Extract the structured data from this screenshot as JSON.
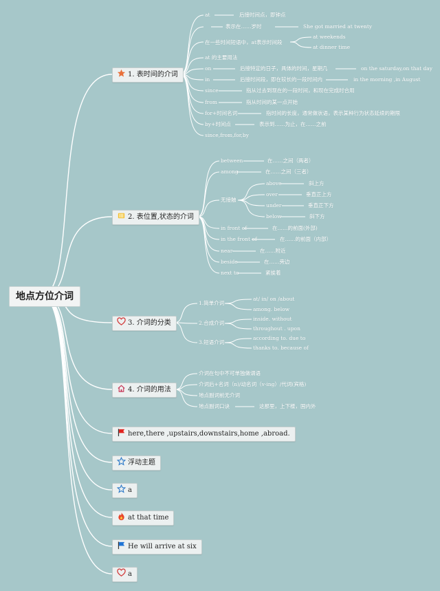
{
  "root": {
    "label": "地点方位介词"
  },
  "branches": [
    {
      "id": "b1",
      "label": "1. 表时间的介词",
      "icon": "star-icon"
    },
    {
      "id": "b2",
      "label": "2. 表位置,状态的介词",
      "icon": "crown-icon"
    },
    {
      "id": "b3",
      "label": "3. 介词的分类",
      "icon": "heart-icon"
    },
    {
      "id": "b4",
      "label": "4. 介词的用法",
      "icon": "house-icon"
    },
    {
      "id": "b5",
      "label": "here,there ,upstairs,downstairs,home ,abroad.",
      "icon": "red-flag-icon"
    },
    {
      "id": "b6",
      "label": "浮动主题",
      "icon": "star-outline-icon"
    },
    {
      "id": "b7",
      "label": "a",
      "icon": "star-outline-icon"
    },
    {
      "id": "b8",
      "label": "at that time",
      "icon": "fire-icon"
    },
    {
      "id": "b9",
      "label": "He will arrive at six",
      "icon": "blue-flag-icon"
    },
    {
      "id": "b10",
      "label": "a",
      "icon": "heart-icon"
    }
  ],
  "leaves": {
    "t1": "at",
    "t1a": "后接时间点，即钟点",
    "t2a": "表示在……岁时",
    "t2b": "She got married at twenty",
    "t3": "在一些时间短语中，at表示时间段",
    "t3a": "at weekends",
    "t3b": "at dinner time",
    "t4": "at 的主要用法",
    "t5": "on",
    "t5a": "后接特定的日子，具体的时间，星期几",
    "t5b": "on the saturday,on that day",
    "t6": "in",
    "t6a": "后接时间段，即在较长的一段时间内",
    "t6b": "in the morning ,in August",
    "t7": "since",
    "t7a": "指从过去到现在的一段时间，和现在完成时合用",
    "t8": "from",
    "t8a": "指从时间的某一点开始",
    "t9": "for+时间名词",
    "t9a": "指时间的长度，通常做状语，表示某种行为状态延续的期限",
    "t10": "by+时间点",
    "t10a": "表示到……为止，在……之前",
    "t11": "since,from,for,by",
    "p1": "between",
    "p1a": "在……之间（两者）",
    "p2": "among",
    "p2a": "在……之间（三者）",
    "p3": "无接触",
    "p3a": "above",
    "p3a1": "斜上方",
    "p3b": "over",
    "p3b1": "垂直正上方",
    "p3c": "under",
    "p3c1": "垂直正下方",
    "p3d": "below",
    "p3d1": "斜下方",
    "p4": "in front of",
    "p4a": "在……的前面(外部)",
    "p5": "in the front of",
    "p5a": "在……的前面（内部）",
    "p6": "near",
    "p6a": "在……附近",
    "p7": "beside",
    "p7a": "在……旁边",
    "p8": "next to",
    "p8a": "紧挨着",
    "c1": "1.简单介词",
    "c1a": "at/ in/ on /about",
    "c1b": "among. below",
    "c2": "2.合成介词",
    "c2a": "inside. without",
    "c2b": "throughout . upon",
    "c3": "3.短语介词",
    "c3a": "according to. due to",
    "c3b": "thanks to. because of",
    "u1": "介词在句中不可单独做谓语",
    "u2": "介词后+名词（n)/动名词（v-ing）/代词(宾格)",
    "u3": "地点副词前无介词",
    "u4": "地点副词口诀",
    "u4a": "这那里，上下楼，国内外"
  }
}
